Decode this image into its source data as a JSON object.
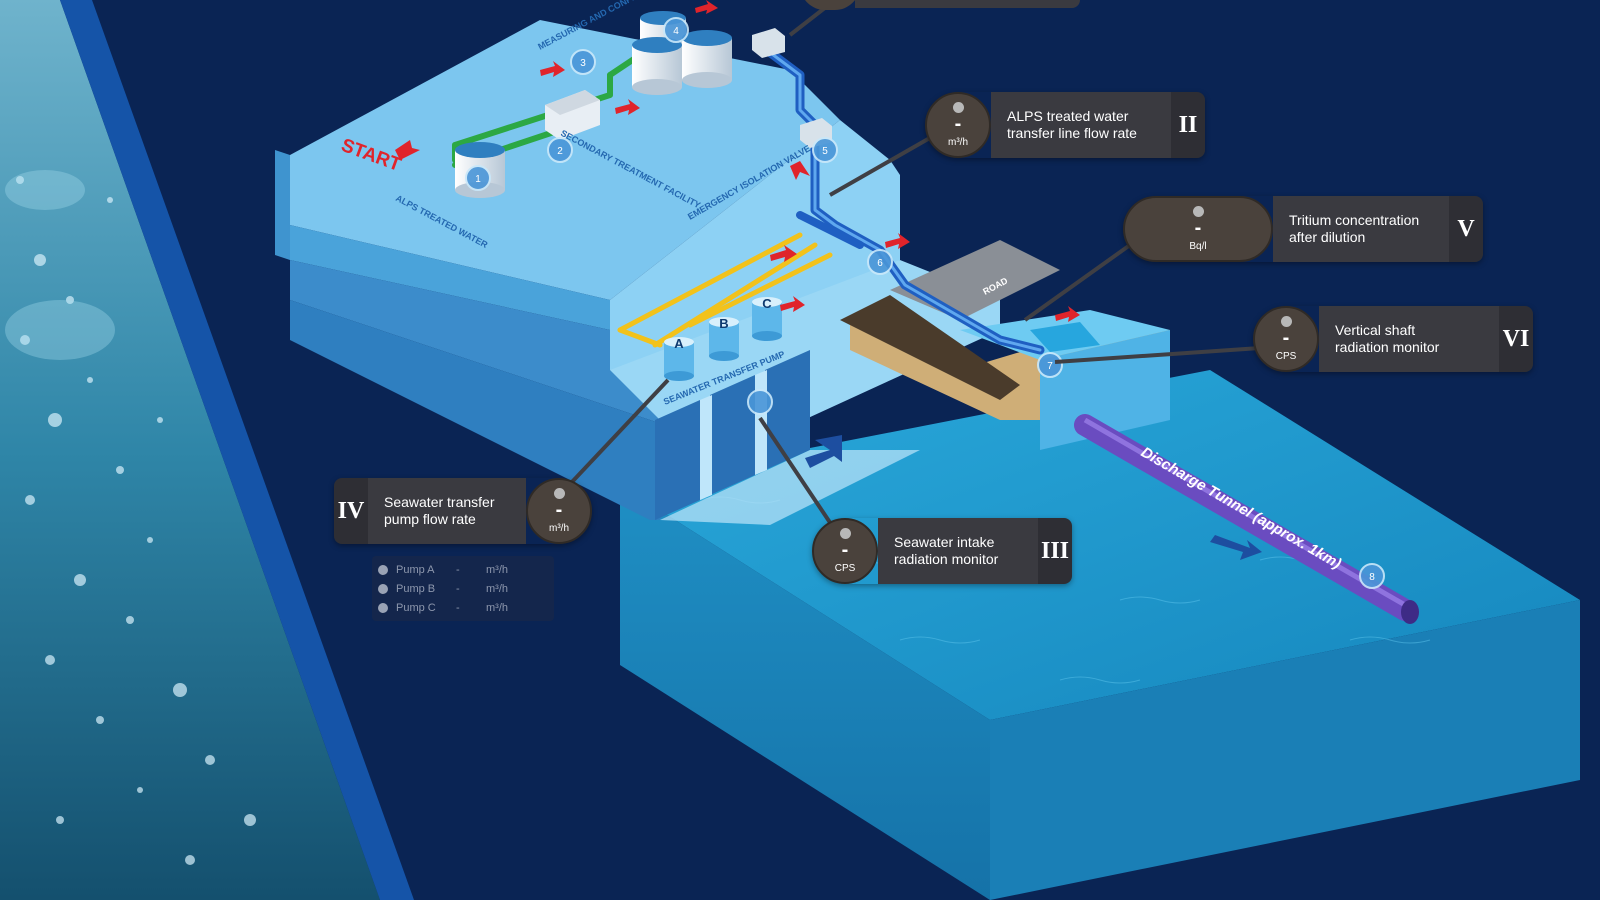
{
  "diagram": {
    "start_label": "START",
    "facility_labels": {
      "alps_treated_water": "ALPS TREATED WATER",
      "measuring_confirmation": "MEASURING AND CONFIRMATION FACILITY",
      "secondary_treatment": "SECONDARY TREATMENT FACILITY",
      "emergency_isolation_valve": "EMERGENCY ISOLATION VALVE",
      "seawater_transfer_pump": "SEAWATER TRANSFER PUMP",
      "road": "ROAD",
      "discharge_tunnel": "Discharge Tunnel (approx. 1km)"
    },
    "pump_letters": [
      "A",
      "B",
      "C"
    ],
    "markers": [
      "1",
      "2",
      "3",
      "4",
      "5",
      "6",
      "7",
      "8"
    ]
  },
  "callouts": {
    "ii": {
      "value": "-",
      "unit": "m³/h",
      "label_line1": "ALPS treated water",
      "label_line2": "transfer line flow rate",
      "numeral": "II"
    },
    "v": {
      "value": "-",
      "unit": "Bq/l",
      "label_line1": "Tritium concentration",
      "label_line2": "after dilution",
      "numeral": "V"
    },
    "vi": {
      "value": "-",
      "unit": "CPS",
      "label_line1": "Vertical shaft",
      "label_line2": "radiation monitor",
      "numeral": "VI"
    },
    "iv": {
      "value": "-",
      "unit": "m³/h",
      "label_line1": "Seawater transfer",
      "label_line2": "pump flow rate",
      "numeral": "IV"
    },
    "iii": {
      "value": "-",
      "unit": "CPS",
      "label_line1": "Seawater intake",
      "label_line2": "radiation monitor",
      "numeral": "III"
    }
  },
  "pump_flow": [
    {
      "name": "Pump A",
      "value": "-",
      "unit": "m³/h"
    },
    {
      "name": "Pump B",
      "value": "-",
      "unit": "m³/h"
    },
    {
      "name": "Pump C",
      "value": "-",
      "unit": "m³/h"
    }
  ],
  "colors": {
    "background": "#0a2454",
    "platform_top": "#7cc6ef",
    "ocean": "#1d8fc4",
    "pipe": "#1f5fc2",
    "pipe_yellow": "#f2c21b",
    "tunnel": "#6a4cc0",
    "flow_arrow": "#e0242b",
    "callout_bubble": "#4a423c",
    "callout_body": "#3a3a40"
  }
}
